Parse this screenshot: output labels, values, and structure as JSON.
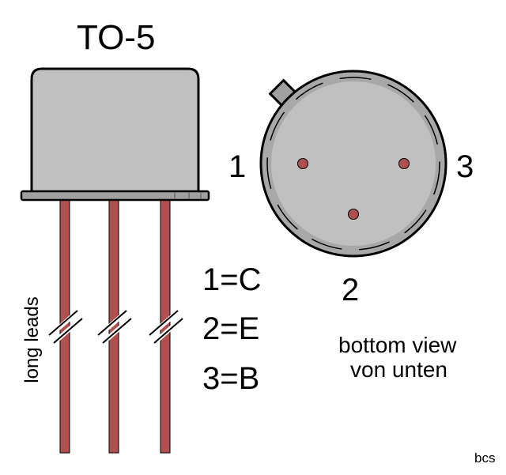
{
  "title": "TO-5",
  "pin_labels": {
    "p1": "1",
    "p2": "2",
    "p3": "3"
  },
  "mapping": [
    "1=C",
    "2=E",
    "3=B"
  ],
  "leads_label": "long leads",
  "view_label": [
    "bottom view",
    "von unten"
  ],
  "credit": "bcs",
  "colors": {
    "body": "#c0c0c0",
    "flange": "#a0a0a0",
    "lead": "#b05050"
  }
}
